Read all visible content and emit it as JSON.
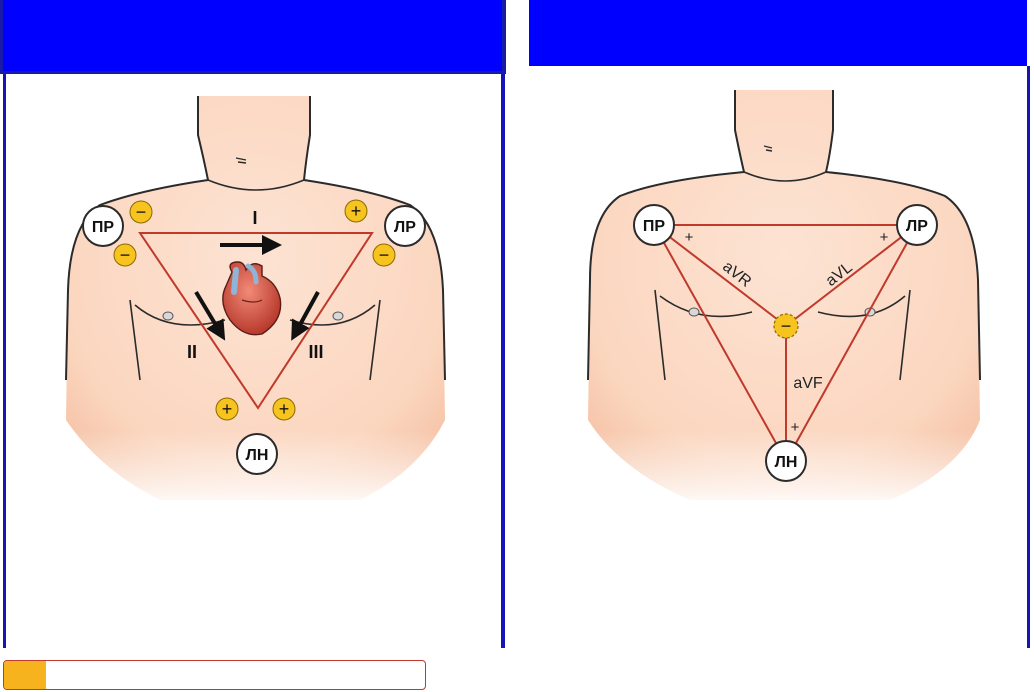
{
  "colors": {
    "header": "#0000ff",
    "border": "#1414b8",
    "skin": "#fbd9c4",
    "skin_shadow": "#f4c1a5",
    "outline": "#2b2b2b",
    "triangle": "#c0392b",
    "electrode": "#f7c31e",
    "progress_fill": "#f7b31e",
    "progress_border": "#c0392b"
  },
  "left_diagram": {
    "electrodes": {
      "right_arm": "ПР",
      "left_arm": "ЛР",
      "left_leg": "ЛН"
    },
    "leads": {
      "lead1": "I",
      "lead2": "II",
      "lead3": "III"
    },
    "polarity": {
      "minus": "−",
      "plus": "+"
    },
    "icons": {
      "heart": "heart-icon"
    }
  },
  "right_diagram": {
    "electrodes": {
      "right_arm": "ПР",
      "left_arm": "ЛР",
      "left_leg": "ЛН"
    },
    "leads": {
      "avr": "aVR",
      "avl": "aVL",
      "avf": "aVF"
    },
    "polarity": {
      "minus": "−",
      "plus": "+"
    }
  },
  "progress": {
    "fraction": 0.1
  }
}
